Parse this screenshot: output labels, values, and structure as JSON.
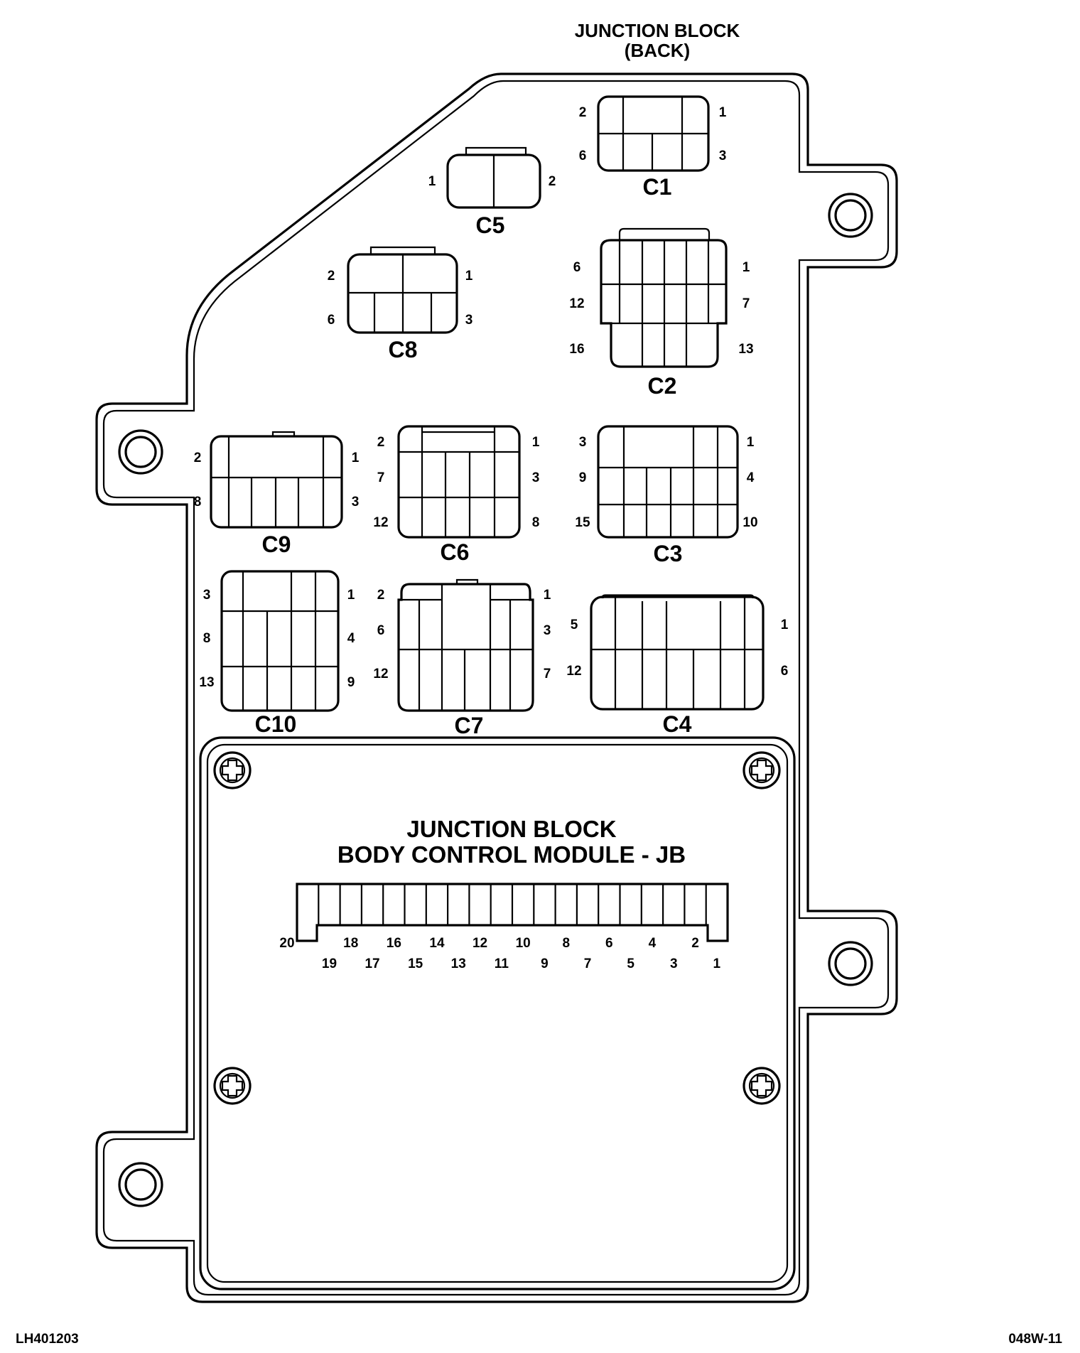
{
  "header": {
    "line1": "JUNCTION BLOCK",
    "line2": "(BACK)"
  },
  "connectors": {
    "c1": {
      "name": "C1",
      "pins": [
        "2",
        "1",
        "6",
        "3"
      ]
    },
    "c2": {
      "name": "C2",
      "pins": [
        "6",
        "1",
        "12",
        "7",
        "16",
        "13"
      ]
    },
    "c3": {
      "name": "C3",
      "pins": [
        "3",
        "1",
        "9",
        "4",
        "15",
        "10"
      ]
    },
    "c4": {
      "name": "C4",
      "pins": [
        "5",
        "1",
        "12",
        "6"
      ]
    },
    "c5": {
      "name": "C5",
      "pins": [
        "1",
        "2"
      ]
    },
    "c6": {
      "name": "C6",
      "pins": [
        "2",
        "1",
        "7",
        "3",
        "12",
        "8"
      ]
    },
    "c7": {
      "name": "C7",
      "pins": [
        "2",
        "1",
        "6",
        "3",
        "12",
        "7"
      ]
    },
    "c8": {
      "name": "C8",
      "pins": [
        "2",
        "1",
        "6",
        "3"
      ]
    },
    "c9": {
      "name": "C9",
      "pins": [
        "2",
        "1",
        "8",
        "3"
      ]
    },
    "c10": {
      "name": "C10",
      "pins": [
        "3",
        "1",
        "8",
        "4",
        "13",
        "9"
      ]
    }
  },
  "module": {
    "line1": "JUNCTION BLOCK",
    "line2": "BODY CONTROL MODULE - JB",
    "pins_top": [
      "20",
      "18",
      "16",
      "14",
      "12",
      "10",
      "8",
      "6",
      "4",
      "2"
    ],
    "pins_bottom": [
      "19",
      "17",
      "15",
      "13",
      "11",
      "9",
      "7",
      "5",
      "3",
      "1"
    ]
  },
  "footer": {
    "left": "LH401203",
    "right": "048W-11"
  }
}
